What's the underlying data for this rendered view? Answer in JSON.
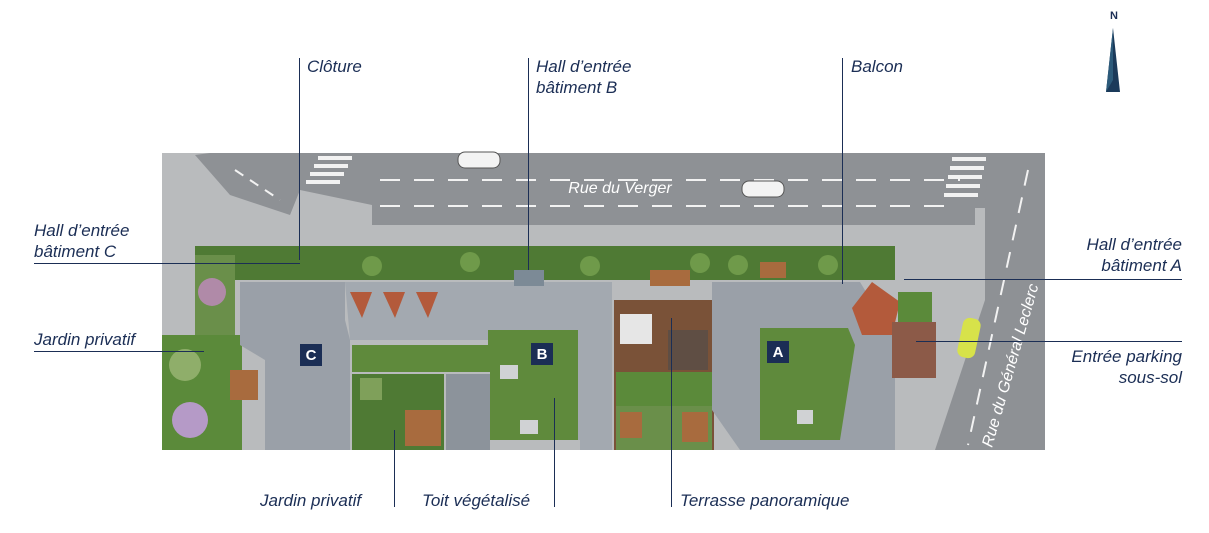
{
  "compass": {
    "north_label": "N"
  },
  "streets": {
    "top": "Rue du Verger",
    "right": "Rue du Général Leclerc"
  },
  "buildings": {
    "a": "A",
    "b": "B",
    "c": "C"
  },
  "labels": {
    "cloture": "Clôture",
    "hall_b_line1": "Hall d’entrée",
    "hall_b_line2": "bâtiment B",
    "balcon": "Balcon",
    "hall_c_line1": "Hall d’entrée",
    "hall_c_line2": "bâtiment C",
    "hall_a_line1": "Hall d’entrée",
    "hall_a_line2": "bâtiment A",
    "jardin_privatif_left": "Jardin privatif",
    "parking_line1": "Entrée parking",
    "parking_line2": "sous-sol",
    "jardin_privatif_bottom": "Jardin privatif",
    "toit_vegetalise": "Toit végétalisé",
    "terrasse_panoramique": "Terrasse panoramique"
  },
  "colors": {
    "label": "#1b2e55",
    "road": "#8a8d92",
    "roof": "#9aa0a8",
    "green_roof": "#5f8a3c",
    "building_badge": "#1b2e55"
  }
}
